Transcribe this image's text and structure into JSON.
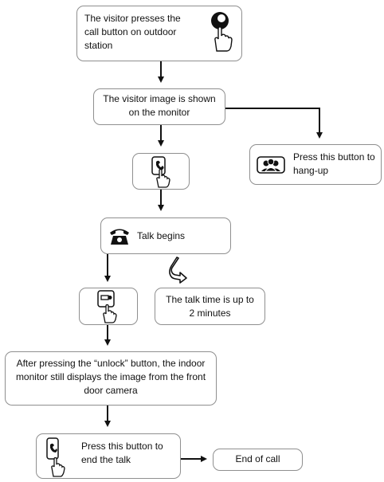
{
  "steps": {
    "press_call": "The visitor presses the call button on outdoor station",
    "image_shown": "The visitor image is shown on the monitor",
    "hang_up": "Press this button to hang-up",
    "talk_begins": "Talk begins",
    "talk_time": "The talk time is up to 2 minutes",
    "after_unlock": "After pressing the “unlock” button, the indoor monitor still displays the image from the front door camera",
    "end_talk": "Press this button to end the talk",
    "end_of_call": "End of call"
  },
  "icons": {
    "call_button": "doorbell-press-icon",
    "hang_up": "monitor-hangup-icon",
    "talk_button": "talk-button-press-icon",
    "phone": "telephone-icon",
    "rotate": "curved-arrow-icon",
    "unlock_button": "unlock-button-press-icon",
    "end_talk_button": "end-talk-button-press-icon"
  }
}
